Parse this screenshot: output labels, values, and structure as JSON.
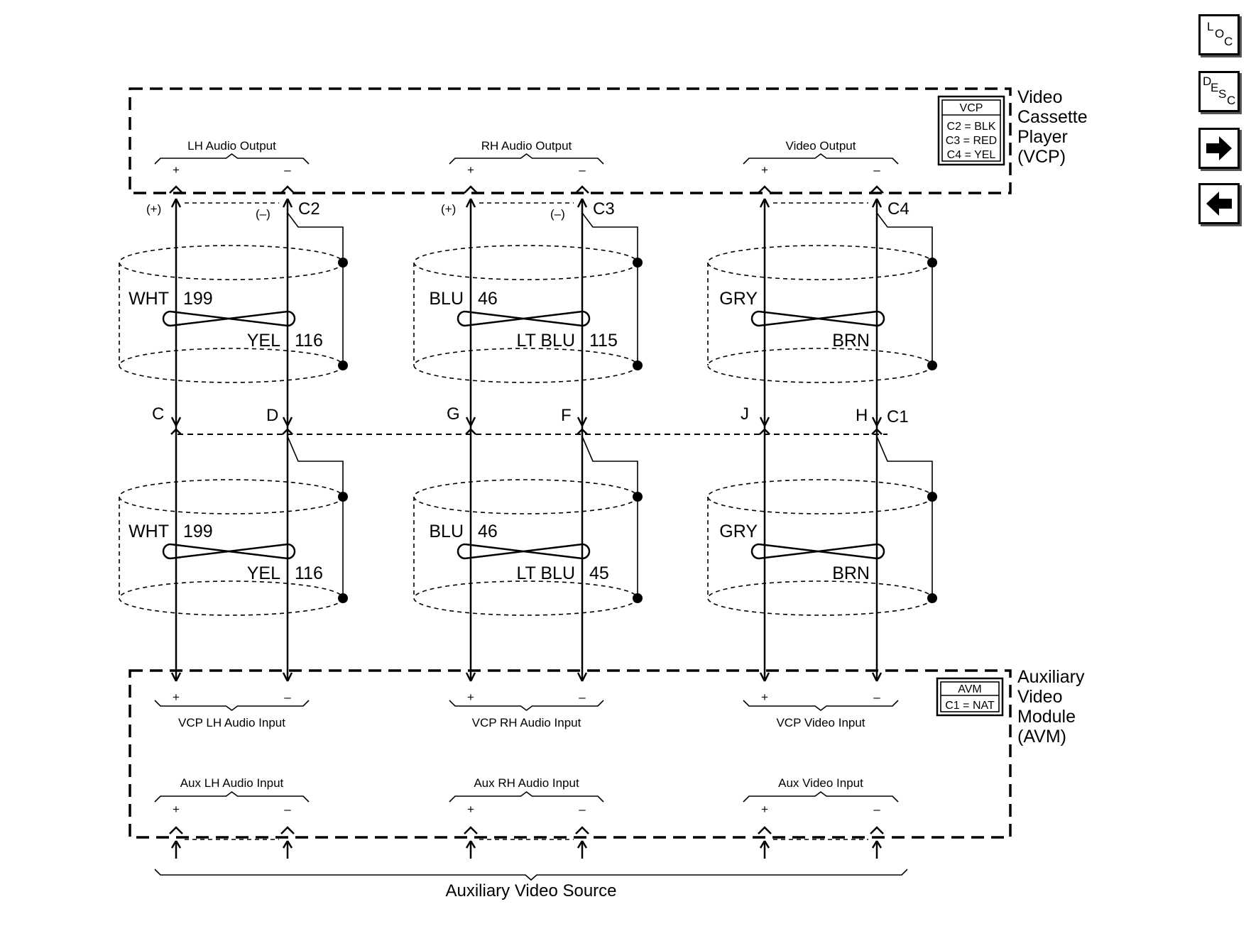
{
  "modules": {
    "vcp": {
      "name_lines": [
        "Video",
        "Cassette",
        "Player",
        "(VCP)"
      ],
      "key_title": "VCP",
      "key_rows": [
        "C2 = BLK",
        "C3 = RED",
        "C4 = YEL"
      ]
    },
    "avm": {
      "name_lines": [
        "Auxiliary",
        "Video",
        "Module",
        "(AVM)"
      ],
      "key_title": "AVM",
      "key_rows": [
        "C1 = NAT"
      ]
    }
  },
  "vcp_groups": [
    "LH Audio Output",
    "RH Audio Output",
    "Video Output"
  ],
  "avm_groups": [
    "VCP LH Audio Input",
    "VCP RH Audio Input",
    "VCP Video Input"
  ],
  "aux_groups": [
    "Aux LH Audio Input",
    "Aux RH Audio Input",
    "Aux Video Input"
  ],
  "aux_source": "Auxiliary Video Source",
  "pin_signs": {
    "plus": "+",
    "minus": "–"
  },
  "polarity": {
    "plus": "(+)",
    "minus": "(–)"
  },
  "connectors": {
    "vcp": [
      "C2",
      "C3",
      "C4"
    ],
    "avm": "C1"
  },
  "circuits": {
    "upper": [
      {
        "left_color": "WHT",
        "left_circuit": "199",
        "right_color": "YEL",
        "right_circuit": "116"
      },
      {
        "left_color": "BLU",
        "left_circuit": "46",
        "right_color": "LT BLU",
        "right_circuit": "115"
      },
      {
        "left_color": "GRY",
        "left_circuit": "",
        "right_color": "BRN",
        "right_circuit": ""
      }
    ],
    "lower": [
      {
        "left_color": "WHT",
        "left_circuit": "199",
        "right_color": "YEL",
        "right_circuit": "116"
      },
      {
        "left_color": "BLU",
        "left_circuit": "46",
        "right_color": "LT BLU",
        "right_circuit": "45"
      },
      {
        "left_color": "GRY",
        "left_circuit": "",
        "right_color": "BRN",
        "right_circuit": ""
      }
    ]
  },
  "pins": [
    [
      "C",
      "D"
    ],
    [
      "G",
      "F"
    ],
    [
      "J",
      "H"
    ]
  ],
  "nav": {
    "loc": [
      "L",
      "O",
      "C"
    ],
    "desc": [
      "D",
      "E",
      "S",
      "C"
    ]
  }
}
